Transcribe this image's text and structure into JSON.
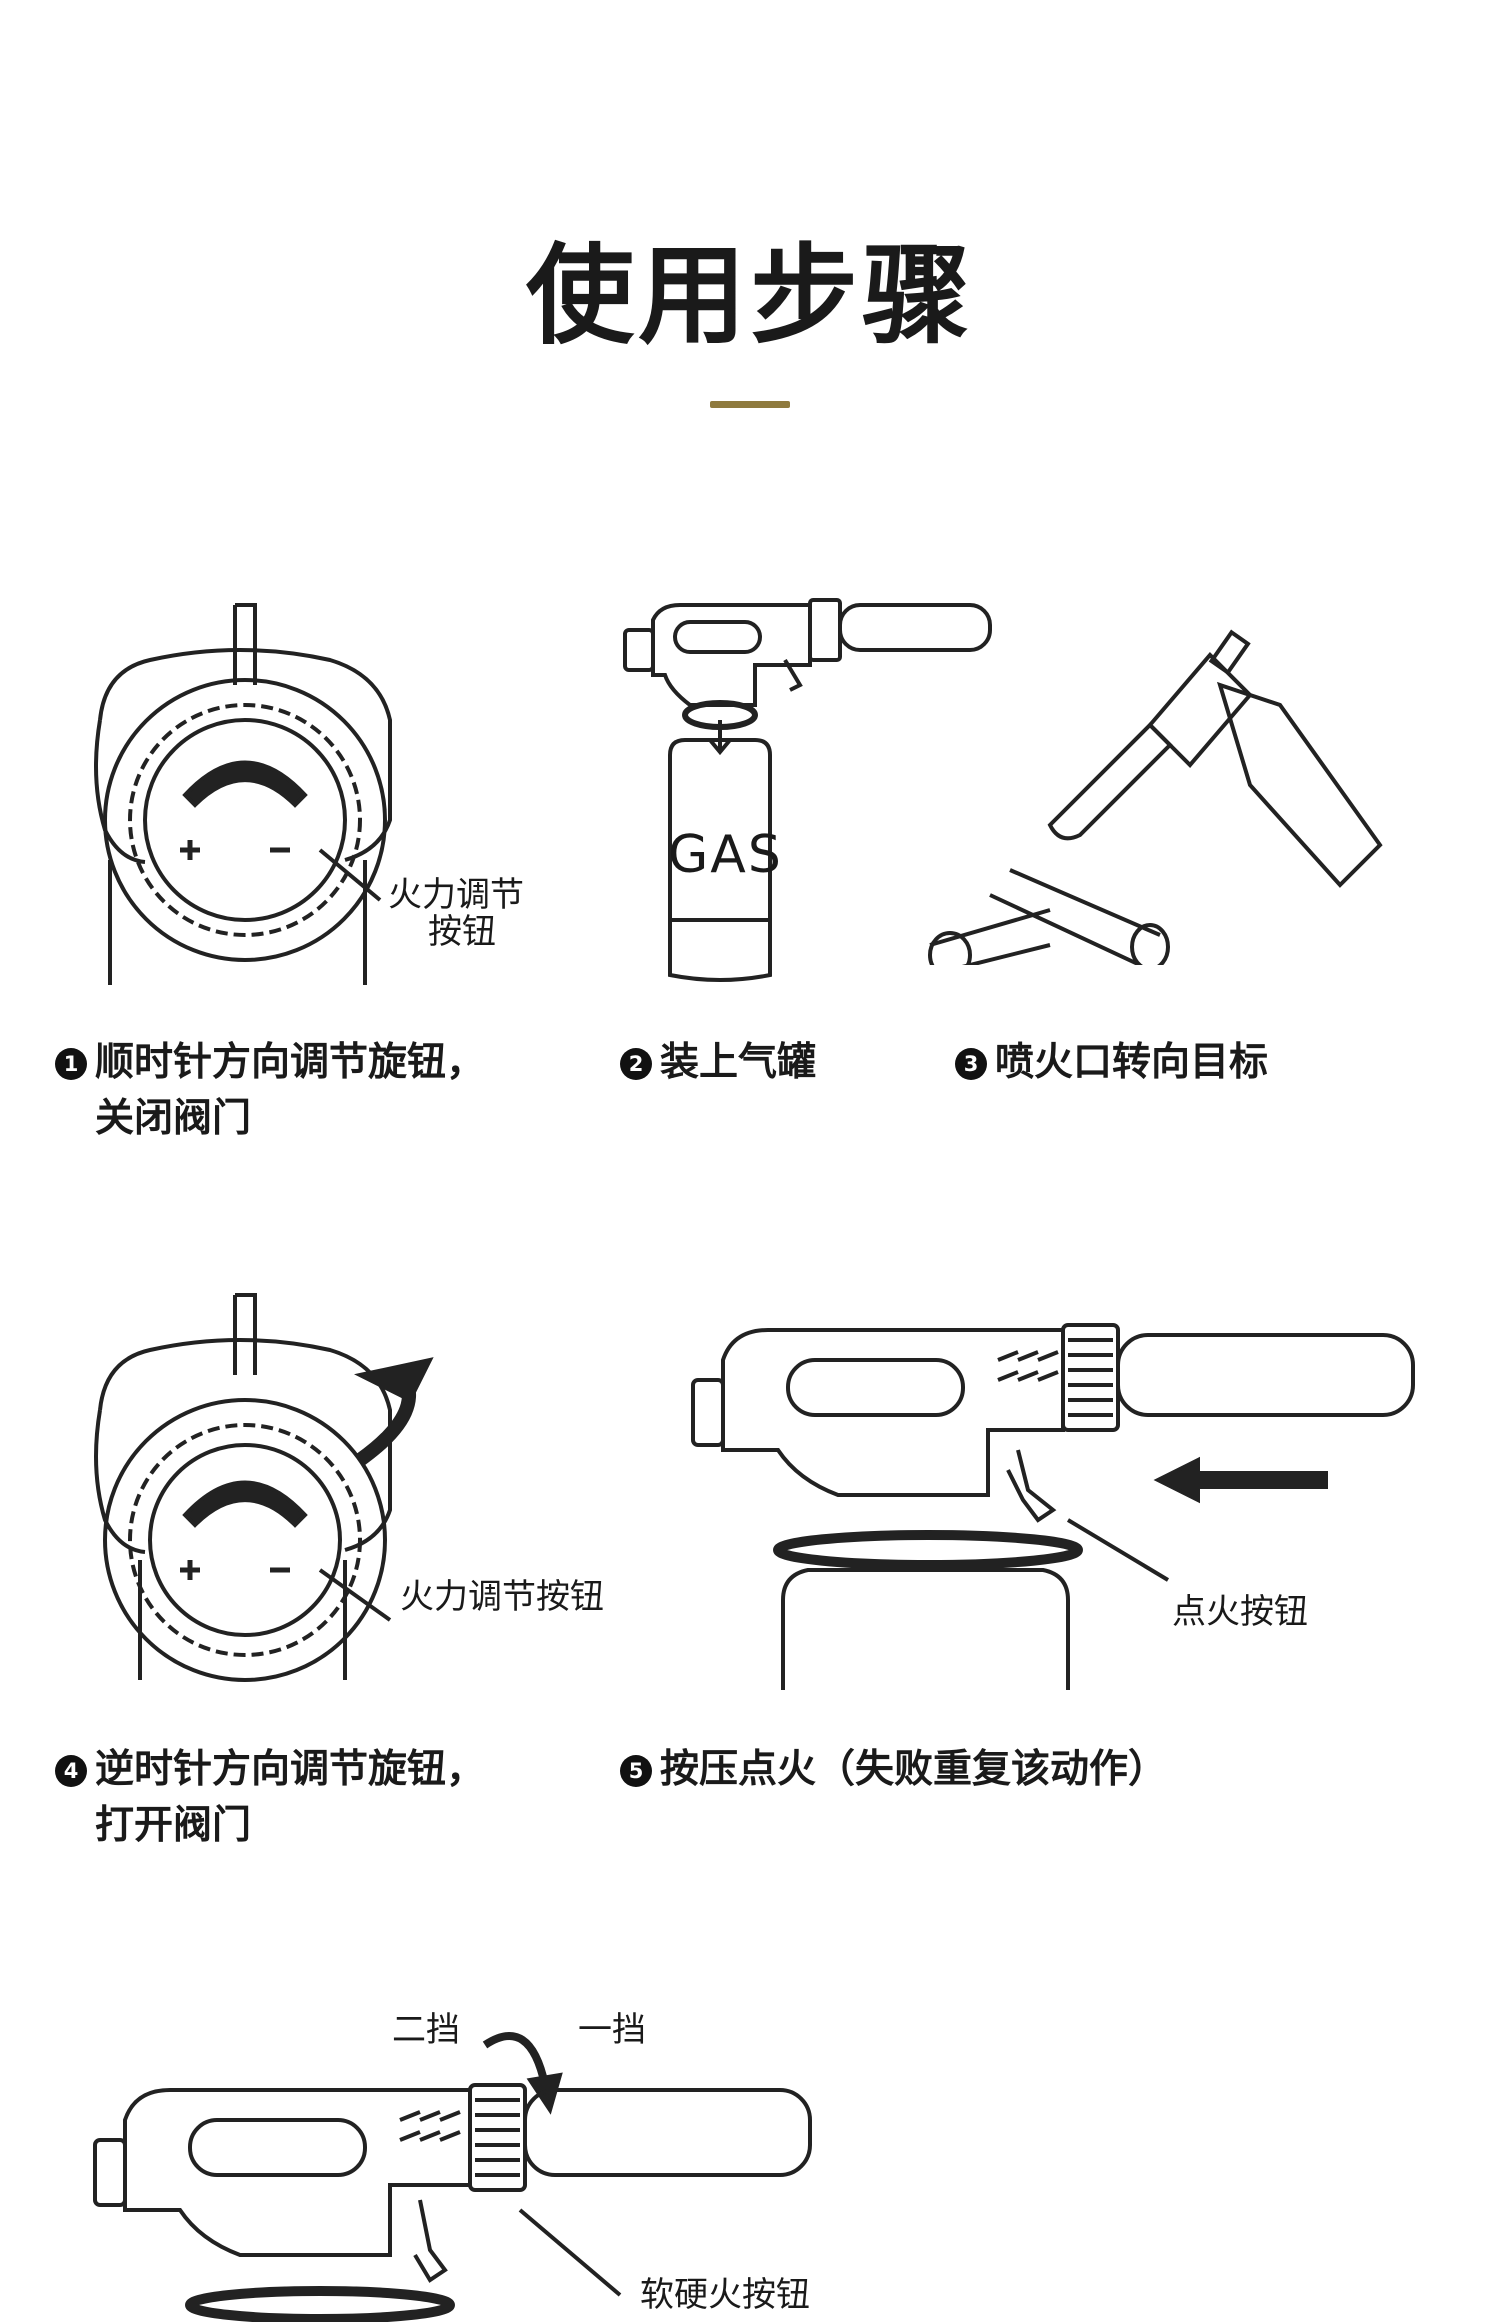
{
  "page": {
    "title": "使用步骤",
    "accent_color": "#8e7a3e"
  },
  "steps": [
    {
      "num": "1",
      "line1": "顺时针方向调节旋钮，",
      "line2": "关闭阀门"
    },
    {
      "num": "2",
      "line1": "装上气罐"
    },
    {
      "num": "3",
      "line1": "喷火口转向目标"
    },
    {
      "num": "4",
      "line1": "逆时针方向调节旋钮，",
      "line2": "打开阀门"
    },
    {
      "num": "5",
      "line1": "按压点火（失败重复该动作）"
    }
  ],
  "labels": {
    "knob_label_a_line1": "火力调节",
    "knob_label_a_line2": "按钮",
    "gas_text": "GAS",
    "knob_label_b": "火力调节按钮",
    "ignite_label": "点火按钮",
    "gear2": "二挡",
    "gear1": "一挡",
    "flame_switch_label": "软硬火按钮"
  }
}
